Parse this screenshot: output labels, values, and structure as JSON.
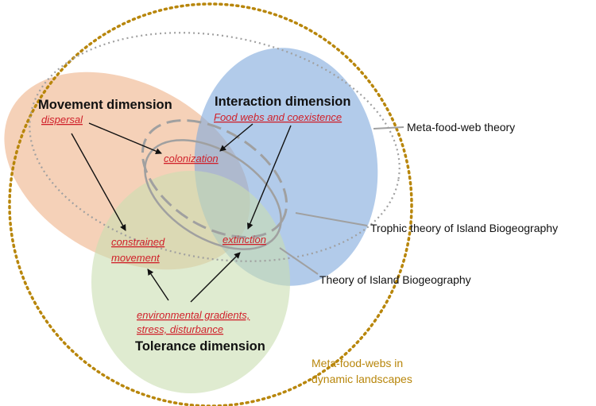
{
  "dimensions": {
    "movement": "Movement dimension",
    "interaction": "Interaction dimension",
    "tolerance": "Tolerance dimension"
  },
  "concepts": {
    "dispersal": "dispersal",
    "food_webs": "Food webs and coexistence",
    "colonization": "colonization",
    "constrained_1": "constrained",
    "constrained_2": "movement",
    "extinction": "extinction",
    "env_1": "environmental gradients,",
    "env_2": "stress, disturbance"
  },
  "theories": {
    "meta_food_web": "Meta-food-web theory",
    "trophic_ib": "Trophic theory of Island Biogeography",
    "island_biogeo": "Theory of Island Biogeography"
  },
  "meta_landscape": {
    "line1": "Meta-food-webs in",
    "line2": "dynamic landscapes"
  },
  "colors": {
    "movement_fill": "#f2c2a0",
    "interaction_fill": "#7fa9dc",
    "tolerance_fill": "#c9deb0",
    "concept_text": "#d0202a",
    "meta_circle": "#b8860b",
    "theory_lines": "#a0a0a0"
  }
}
